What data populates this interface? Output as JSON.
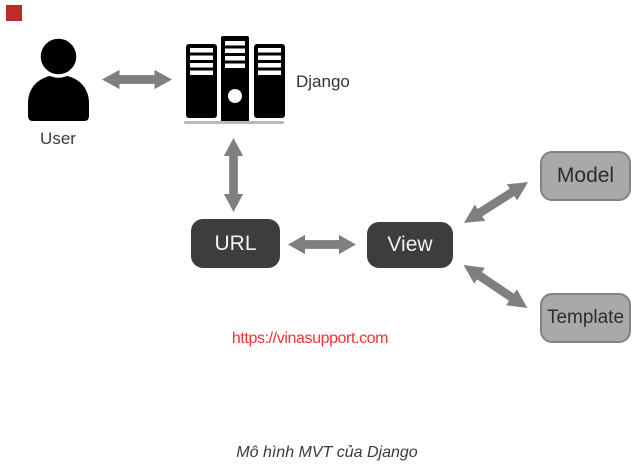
{
  "page": {
    "background": "#ffffff"
  },
  "diagram": {
    "marker_color": "#c12a2a",
    "arrow_color": "#7f7f7f",
    "nodes": {
      "user": {
        "label": "User",
        "icon": "person-icon",
        "color": "#000000"
      },
      "django": {
        "label": "Django",
        "icon": "server-rack-icon",
        "color": "#000000"
      },
      "url": {
        "label": "URL",
        "bg": "#3d3d3d",
        "text_color": "#f2f2f2"
      },
      "view": {
        "label": "View",
        "bg": "#3d3d3d",
        "text_color": "#f2f2f2"
      },
      "model": {
        "label": "Model",
        "bg": "#a9a9a9",
        "border": "#828282",
        "text_color": "#2d2d2d"
      },
      "template": {
        "label": "Template",
        "bg": "#a9a9a9",
        "border": "#828282",
        "text_color": "#2d2d2d"
      }
    },
    "connections": [
      {
        "from": "user",
        "to": "django",
        "type": "bidirectional"
      },
      {
        "from": "django",
        "to": "url",
        "type": "bidirectional"
      },
      {
        "from": "url",
        "to": "view",
        "type": "bidirectional"
      },
      {
        "from": "view",
        "to": "model",
        "type": "bidirectional"
      },
      {
        "from": "view",
        "to": "template",
        "type": "bidirectional"
      }
    ],
    "watermark": {
      "text": "https://vinasupport.com",
      "color": "#f43333"
    },
    "caption": {
      "text": "Mô hình MVT của Django",
      "color": "#3a3a3a"
    }
  }
}
